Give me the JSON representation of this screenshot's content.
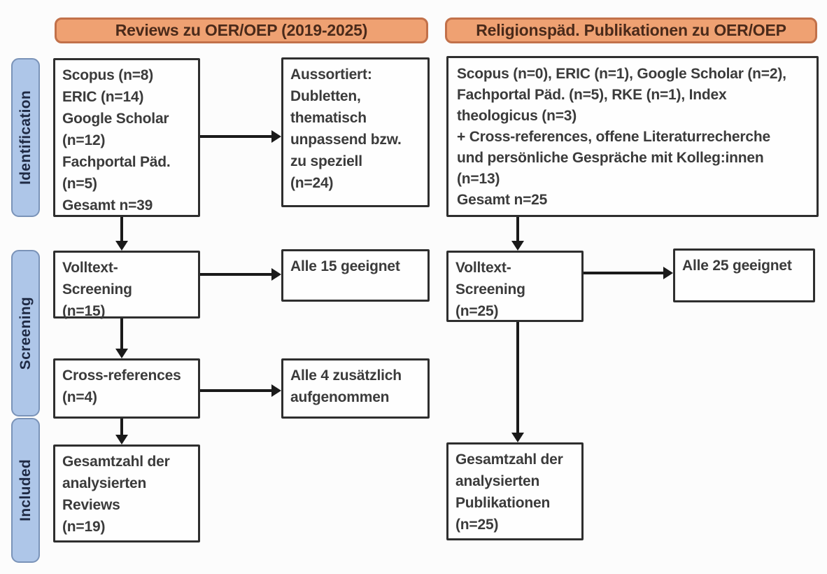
{
  "diagram_type": "prisma-flowchart",
  "colors": {
    "header_fill": "#efa172",
    "header_border": "#c2714a",
    "header_text": "#4a2a1a",
    "stage_fill": "#aec6e8",
    "stage_border": "#7a93b8",
    "stage_text": "#1f2a44",
    "box_border": "#2e2e2e",
    "box_text": "#3b3b3b",
    "arrow": "#1a1a1a",
    "background": "#fcfcfc"
  },
  "headers": {
    "left": "Reviews zu OER/OEP (2019-2025)",
    "right": "Religionspäd. Publikationen zu OER/OEP"
  },
  "stages": {
    "identification": "Identification",
    "screening": "Screening",
    "included": "Included"
  },
  "boxes": {
    "left_sources": "Scopus (n=8)\nERIC (n=14)\nGoogle Scholar\n(n=12)\nFachportal Päd.\n(n=5)\nGesamt n=39",
    "left_excluded": "Aussortiert:\nDubletten,\nthematisch\nunpassend bzw.\nzu speziell\n(n=24)",
    "left_fulltext": "Volltext-\nScreening\n(n=15)",
    "left_fulltext_result": "Alle 15 geeignet",
    "left_crossref": "Cross-references\n(n=4)",
    "left_crossref_result": "Alle 4 zusätzlich\naufgenommen",
    "left_included": "Gesamtzahl der\nanalysierten\nReviews\n(n=19)",
    "right_sources": "Scopus (n=0), ERIC (n=1), Google Scholar (n=2),\nFachportal Päd. (n=5), RKE (n=1), Index\ntheologicus (n=3)\n+ Cross-references, offene Literaturrecherche\nund persönliche Gespräche mit Kolleg:innen\n(n=13)\nGesamt n=25",
    "right_fulltext": "Volltext-\nScreening\n(n=25)",
    "right_fulltext_result": "Alle 25 geeignet",
    "right_included": "Gesamtzahl der\nanalysierten\nPublikationen\n(n=25)"
  }
}
